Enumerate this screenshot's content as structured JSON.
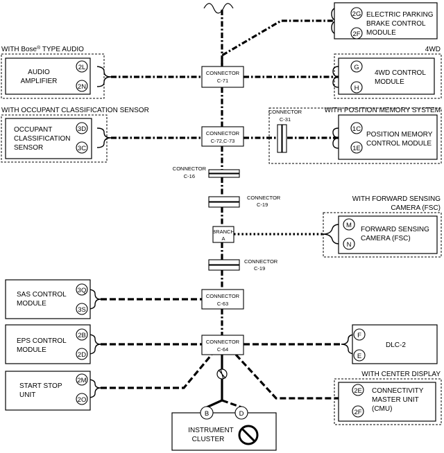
{
  "modules": {
    "epb": {
      "label": [
        "ELECTRIC PARKING",
        "BRAKE CONTROL",
        "MODULE"
      ],
      "pins": [
        "2G",
        "2F"
      ]
    },
    "audio": {
      "label": [
        "AUDIO",
        "AMPLIFIER"
      ],
      "pins": [
        "2L",
        "2N"
      ]
    },
    "fourwd": {
      "label": [
        "4WD CONTROL",
        "MODULE"
      ],
      "pins": [
        "G",
        "H"
      ]
    },
    "ocs": {
      "label": [
        "OCCUPANT",
        "CLASSIFICATION",
        "SENSOR"
      ],
      "pins": [
        "3D",
        "3C"
      ]
    },
    "pmem": {
      "label": [
        "POSITION MEMORY",
        "CONTROL MODULE"
      ],
      "pins": [
        "1C",
        "1E"
      ]
    },
    "fsc": {
      "label": [
        "FORWARD SENSING",
        "CAMERA (FSC)"
      ],
      "pins": [
        "M",
        "N"
      ]
    },
    "sas": {
      "label": [
        "SAS CONTROL",
        "MODULE"
      ],
      "pins": [
        "3Q",
        "3S"
      ]
    },
    "eps": {
      "label": [
        "EPS CONTROL",
        "MODULE"
      ],
      "pins": [
        "2B",
        "2D"
      ]
    },
    "dlc": {
      "label": [
        "DLC-2"
      ],
      "pins": [
        "F",
        "E"
      ]
    },
    "ssu": {
      "label": [
        "START STOP",
        "UNIT"
      ],
      "pins": [
        "2M",
        "2O"
      ]
    },
    "cmu": {
      "label": [
        "CONNECTIVITY",
        "MASTER UNIT",
        "(CMU)"
      ],
      "pins": [
        "2E",
        "2F"
      ]
    },
    "ic": {
      "label": [
        "INSTRUMENT",
        "CLUSTER"
      ],
      "pins": [
        "B",
        "D"
      ]
    }
  },
  "options": {
    "bose_prefix": "WITH Bose",
    "bose_reg": "®",
    "bose_suffix": " TYPE AUDIO",
    "fourwd": "4WD",
    "ocs": "WITH OCCUPANT CLASSIFICATION SENSOR",
    "pmem": "WITH POSITION MEMORY SYSTEM",
    "fsc": [
      "WITH FORWARD SENSING",
      "CAMERA (FSC)"
    ],
    "center": "WITH CENTER DISPLAY"
  },
  "connectors": {
    "c71": [
      "CONNECTOR",
      "C-71"
    ],
    "c72": [
      "CONNECTOR",
      "C-72,C-73"
    ],
    "c31": [
      "CONNECTOR",
      "C-31"
    ],
    "c16": [
      "CONNECTOR",
      "C-16"
    ],
    "c19a": [
      "CONNECTOR",
      "C-19"
    ],
    "branch": [
      "BRANCH",
      "A"
    ],
    "c19b": [
      "CONNECTOR",
      "C-19"
    ],
    "c63": [
      "CONNECTOR",
      "C-63"
    ],
    "c64": [
      "CONNECTOR",
      "C-64"
    ]
  }
}
